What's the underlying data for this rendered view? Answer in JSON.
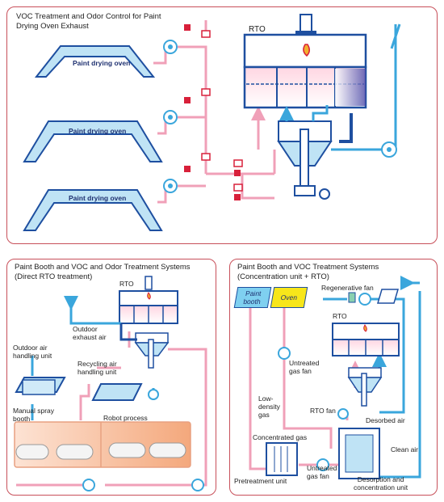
{
  "panel_top": {
    "title_line1": "VOC Treatment and Odor Control for Paint",
    "title_line2": "Drying Oven Exhaust",
    "oven_label": "Paint drying oven",
    "rto_label": "RTO"
  },
  "panel_left": {
    "title_line1": "Paint Booth and VOC and Odor Treatment Systems",
    "title_line2": "(Direct RTO treatment)",
    "rto_label": "RTO",
    "outdoor_exhaust_line1": "Outdoor",
    "outdoor_exhaust_line2": "exhaust air",
    "outdoor_air_line1": "Outdoor air",
    "outdoor_air_line2": "handling unit",
    "recycling_line1": "Recycling air",
    "recycling_line2": "handling unit",
    "manual_line1": "Manual spray",
    "manual_line2": "booth",
    "robot_label": "Robot process"
  },
  "panel_right": {
    "title_line1": "Paint Booth and VOC Treatment Systems",
    "title_line2": "(Concentration unit + RTO)",
    "paint_booth_line1": "Paint",
    "paint_booth_line2": "booth",
    "oven_label": "Oven",
    "regenerative_fan": "Regenerative fan",
    "rto_label": "RTO",
    "untreated_line1": "Untreated",
    "untreated_line2": "gas fan",
    "low_density_line1": "Low-",
    "low_density_line2": "density",
    "low_density_line3": "gas",
    "rto_fan": "RTO fan",
    "desorbed_air": "Desorbed air",
    "concentrated_gas": "Concentrated gas",
    "clean_air": "Clean air",
    "pretreatment_unit": "Pretreatment unit",
    "untreated2_line1": "Untreated",
    "untreated2_line2": "gas fan",
    "desorption_line1": "Desorption and",
    "desorption_line2": "concentration unit"
  },
  "colors": {
    "panel_border": "#c8505a",
    "duct_pink": "#f0a0b8",
    "duct_blue": "#3aa6dc",
    "rto_blue": "#1e4fa0",
    "oven_fill": "#bfe3f5",
    "red_valve": "#d8203a",
    "paint_booth_fill": "#7fd0f0",
    "oven_box_fill": "#f7e61a"
  }
}
